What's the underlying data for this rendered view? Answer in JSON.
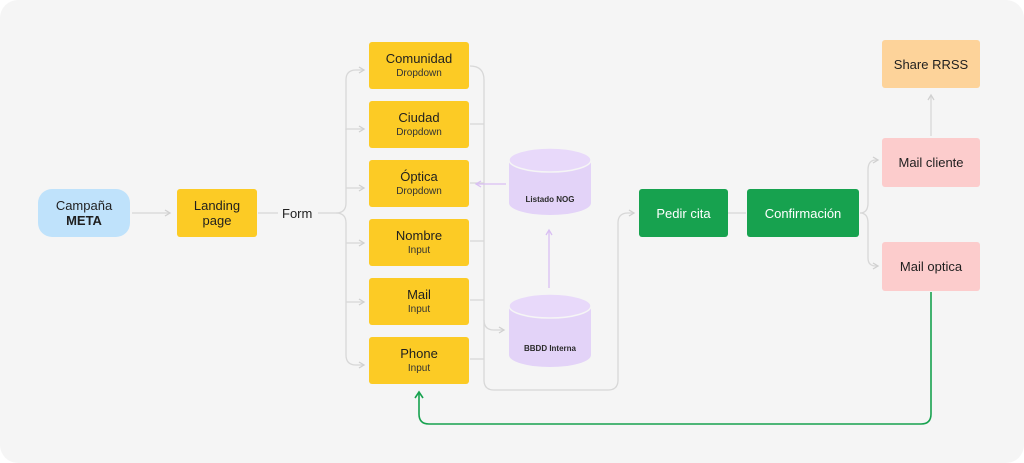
{
  "nodes": {
    "campana": {
      "line1": "Campaña",
      "line2": "META"
    },
    "landing": {
      "line1": "Landing",
      "line2": "page"
    },
    "form_label": "Form",
    "fields": [
      {
        "title": "Comunidad",
        "sub": "Dropdown"
      },
      {
        "title": "Ciudad",
        "sub": "Dropdown"
      },
      {
        "title": "Óptica",
        "sub": "Dropdown"
      },
      {
        "title": "Nombre",
        "sub": "Input"
      },
      {
        "title": "Mail",
        "sub": "Input"
      },
      {
        "title": "Phone",
        "sub": "Input"
      }
    ],
    "databases": {
      "listado": "Listado NOG",
      "bbdd": "BBDD Interna"
    },
    "pedir_cita": "Pedir cita",
    "confirmacion": "Confirmación",
    "mail_cliente": "Mail cliente",
    "mail_optica": "Mail optica",
    "share_rrss": "Share RRSS"
  },
  "colors": {
    "background": "#f5f5f5",
    "yellow": "#fccb25",
    "blue": "#bfe2fb",
    "green": "#17a24f",
    "pink": "#fccccc",
    "peach": "#fdd39a",
    "purple": "#e3d3f8",
    "connector": "#d8d8d8",
    "purple_arrow": "#d9bff3",
    "green_loop": "#17a24f"
  }
}
